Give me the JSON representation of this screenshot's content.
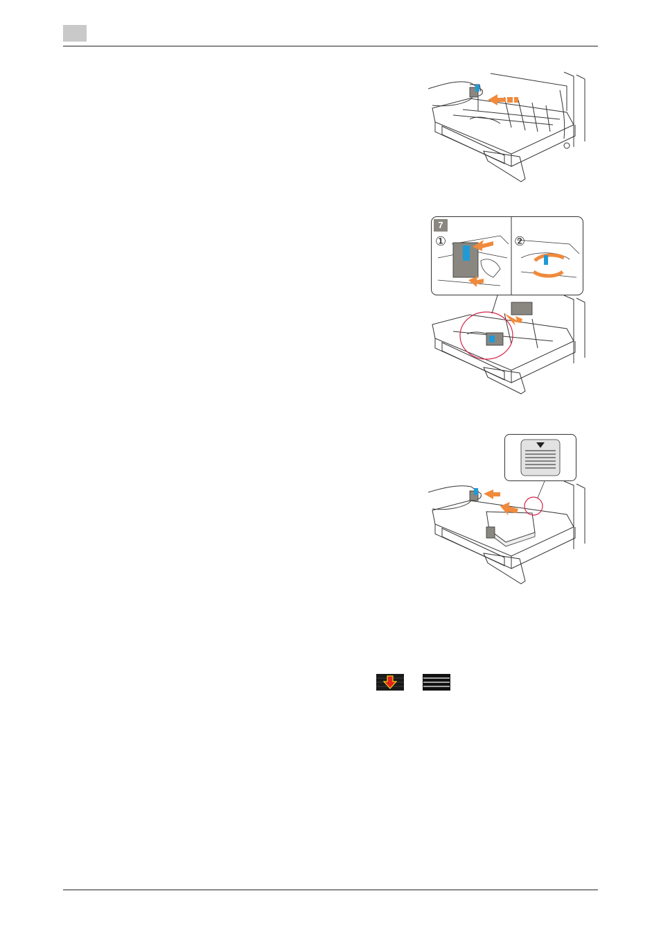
{
  "figure_labels": {
    "step_badge": "7",
    "sub_step_1": "①",
    "sub_step_2": "②"
  },
  "colors": {
    "accent_orange": "#f08a3c",
    "highlight_red": "#d6224a",
    "lever_blue": "#1f9ad6",
    "guide_gray": "#8a8780",
    "header_block": "#c9c9c9"
  },
  "icons": {
    "paper_low": "red-down-arrow-on-black-icon",
    "paper_full": "black-lines-icon"
  }
}
